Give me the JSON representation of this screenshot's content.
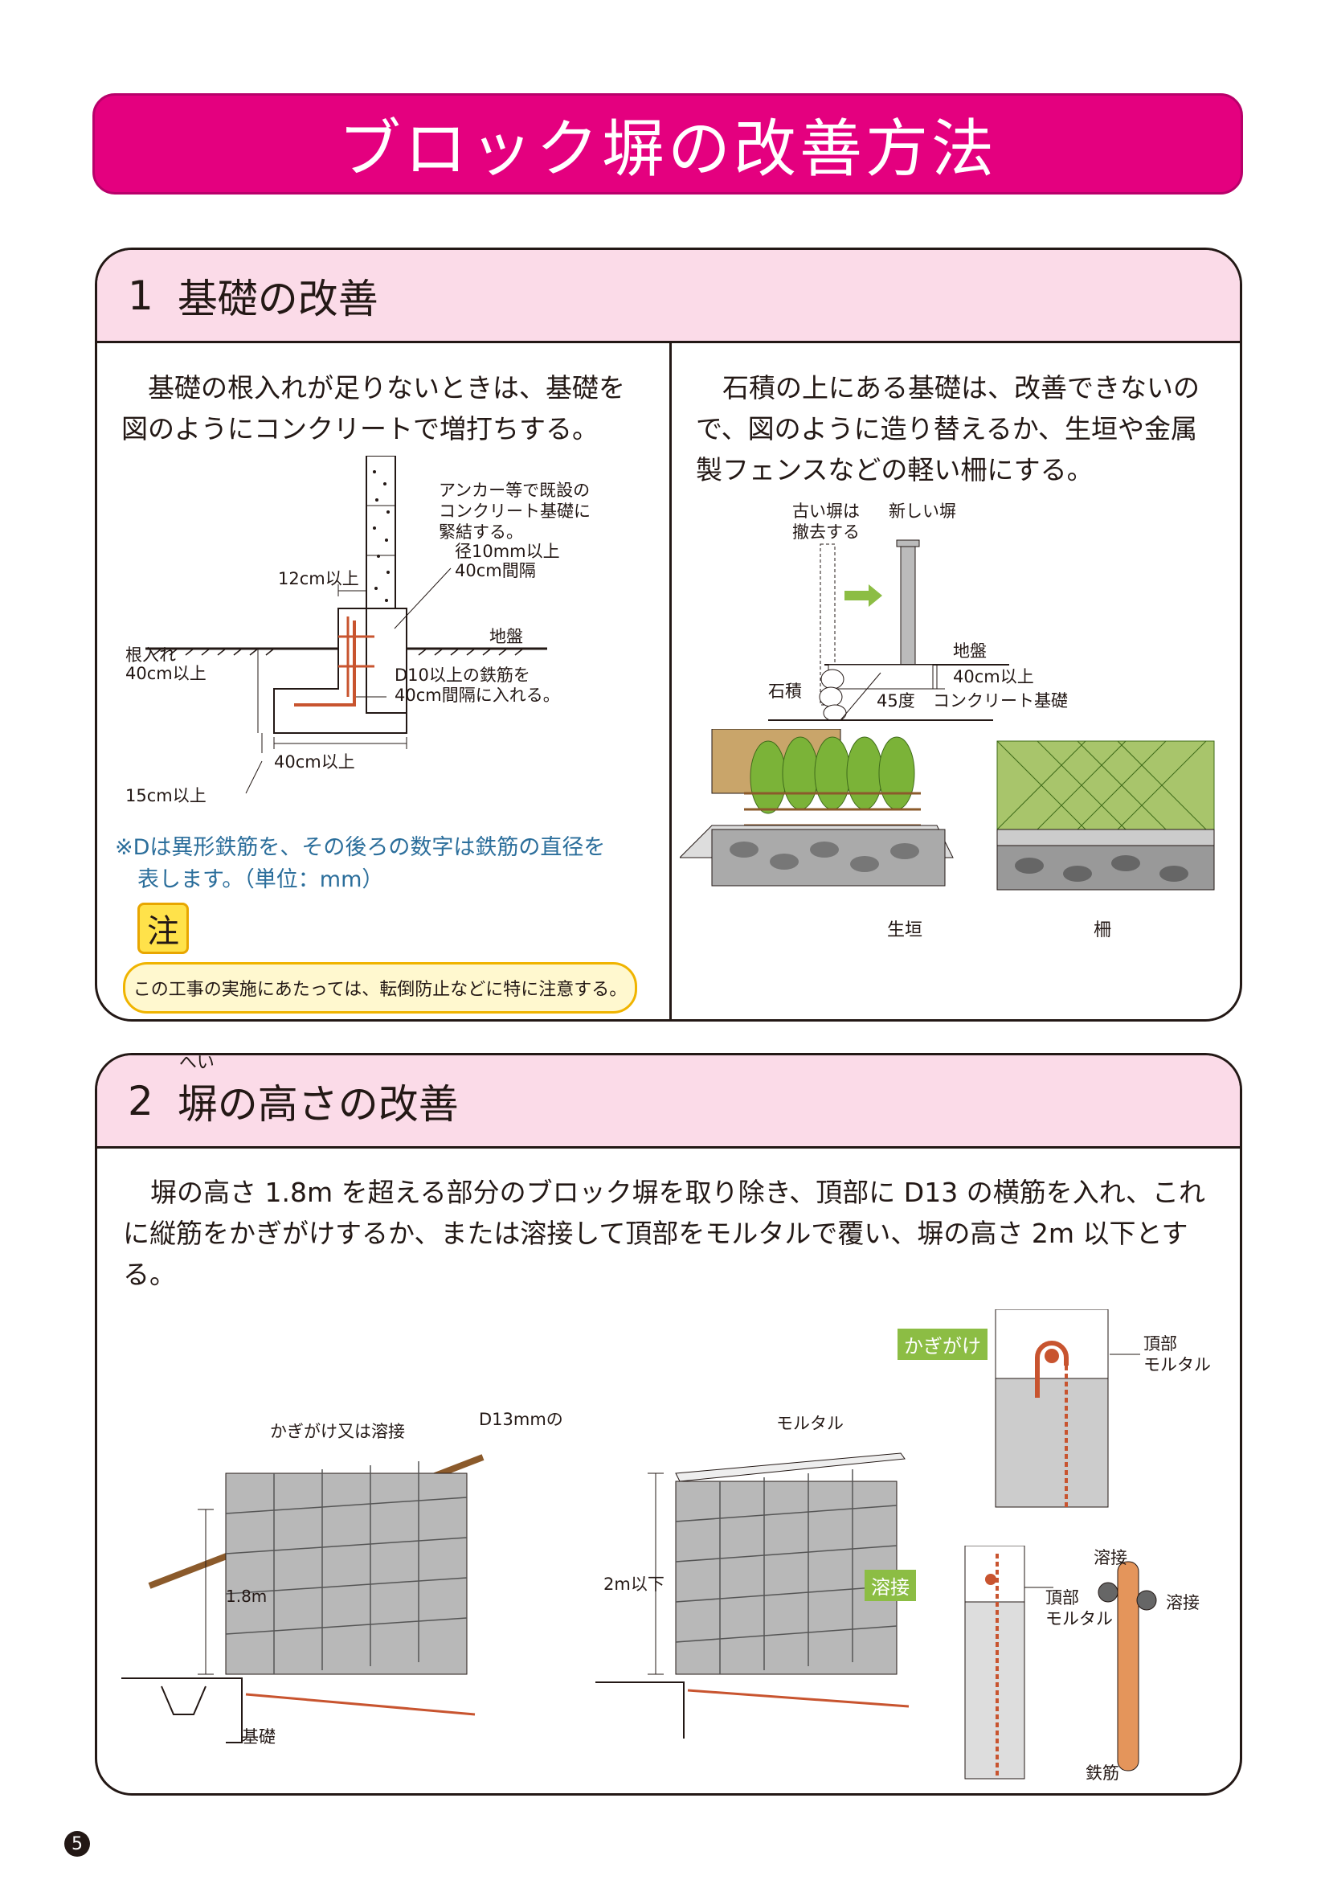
{
  "title": "ブロック塀の改善方法",
  "section1": {
    "num": "1",
    "heading": "基礎の改善",
    "left": {
      "para": "基礎の根入れが足りないときは、基礎を図のようにコンクリートで増打ちする。",
      "diagram": {
        "anchor_note_1": "アンカー等で既設の",
        "anchor_note_2": "コンクリート基礎に",
        "anchor_note_3": "緊結する。",
        "anchor_spec_1": "径10mm以上",
        "anchor_spec_2": "40cm間隔",
        "width_12": "12cm以上",
        "ground": "地盤",
        "nejire_1": "根入れ",
        "nejire_2": "40cm以上",
        "rebar_1": "D10以上の鉄筋を",
        "rebar_2": "40cm間隔に入れる。",
        "width_40": "40cm以上",
        "depth_15": "15cm以上"
      },
      "note_blue_1": "※Dは異形鉄筋を、その後ろの数字は鉄筋の直径を",
      "note_blue_2": "表します。（単位：mm）",
      "note_tag": "注",
      "note_text": "この工事の実施にあたっては、転倒防止などに特に注意する。"
    },
    "right": {
      "para": "石積の上にある基礎は、改善できないので、図のように造り替えるか、生垣や金属製フェンスなどの軽い柵にする。",
      "diagram": {
        "old_1": "古い塀は",
        "old_2": "撤去する",
        "new": "新しい塀",
        "ground": "地盤",
        "depth": "40cm以上",
        "stone": "石積",
        "angle": "45度",
        "base": "コンクリート基礎"
      },
      "caption_hedge": "生垣",
      "caption_fence": "柵"
    }
  },
  "section2": {
    "num": "2",
    "heading": "塀の高さの改善",
    "ruby": "へい",
    "para_1": "塀の高さ 1.8m を超える部分のブロック塀を取り除き、頂部に D13 の横筋を入れ、これ",
    "para_2": "に縦筋をかぎがけするか、または溶接して頂部をモルタルで覆い、塀の高さ 2m 以下とする。",
    "fig1": {
      "hook": "かぎがけ又は溶接",
      "rebar": "D13mmの鉄筋",
      "height": "1.8m",
      "base": "基礎"
    },
    "fig2": {
      "mortar": "モルタル",
      "height": "2m以下"
    },
    "detail1": {
      "tag": "かぎがけ",
      "label_1": "頂部",
      "label_2": "モルタル"
    },
    "detail2": {
      "tag": "溶接",
      "label_1": "頂部",
      "label_2": "モルタル",
      "weld_top": "溶接",
      "weld_right": "溶接",
      "rebar": "鉄筋"
    }
  },
  "page_number": "5",
  "colors": {
    "accent": "#e4007f",
    "section_head": "#fbdbe8",
    "note_blue": "#2b6e9b",
    "green_tag": "#8cbd44"
  }
}
